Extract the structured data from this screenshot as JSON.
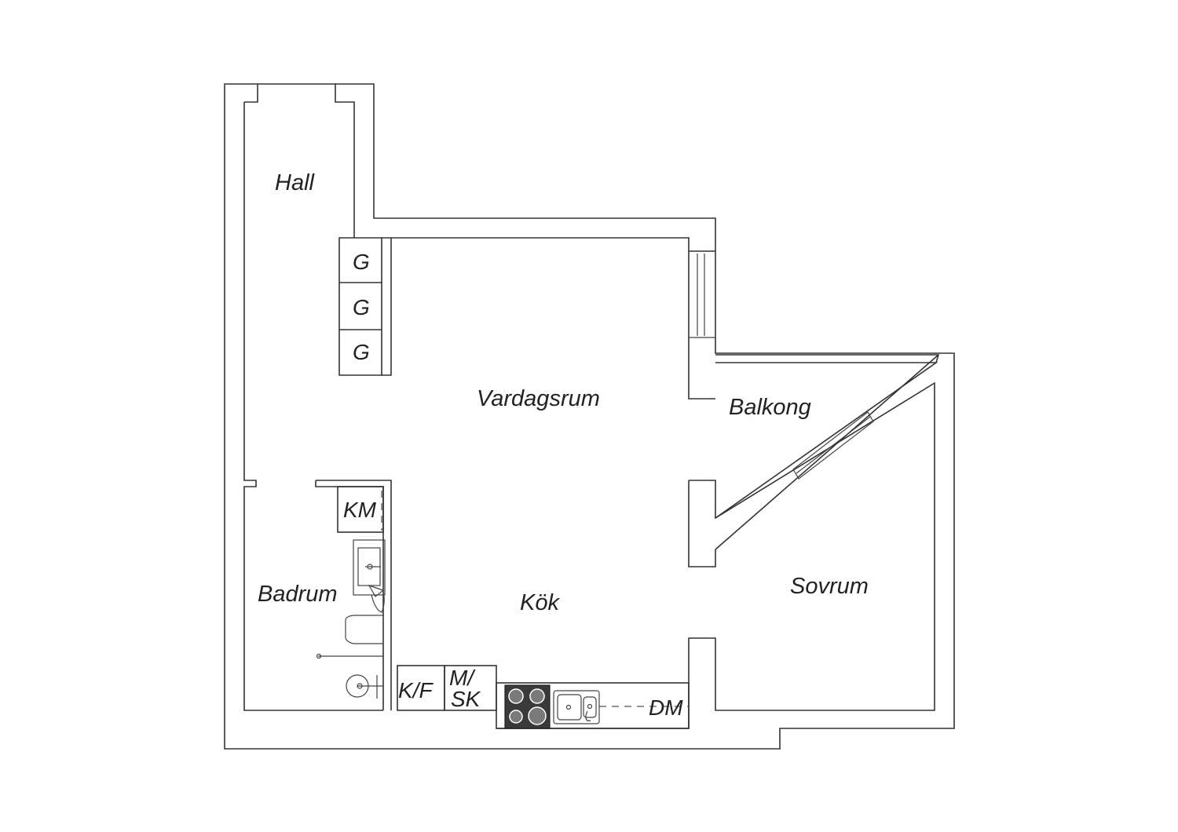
{
  "rooms": {
    "hall": "Hall",
    "vardagsrum": "Vardagsrum",
    "balkong": "Balkong",
    "badrum": "Badrum",
    "kok": "Kök",
    "sovrum": "Sovrum"
  },
  "fixtures": {
    "garderob": "G",
    "kyl_mikro": "KM",
    "kyl_frys": "K/F",
    "mikro_line1": "M/",
    "mikro_line2": "SK",
    "diskmaskin": "DM"
  },
  "colors": {
    "wall_stroke": "#333333",
    "background": "#ffffff",
    "stove": "#3a3a3a"
  }
}
